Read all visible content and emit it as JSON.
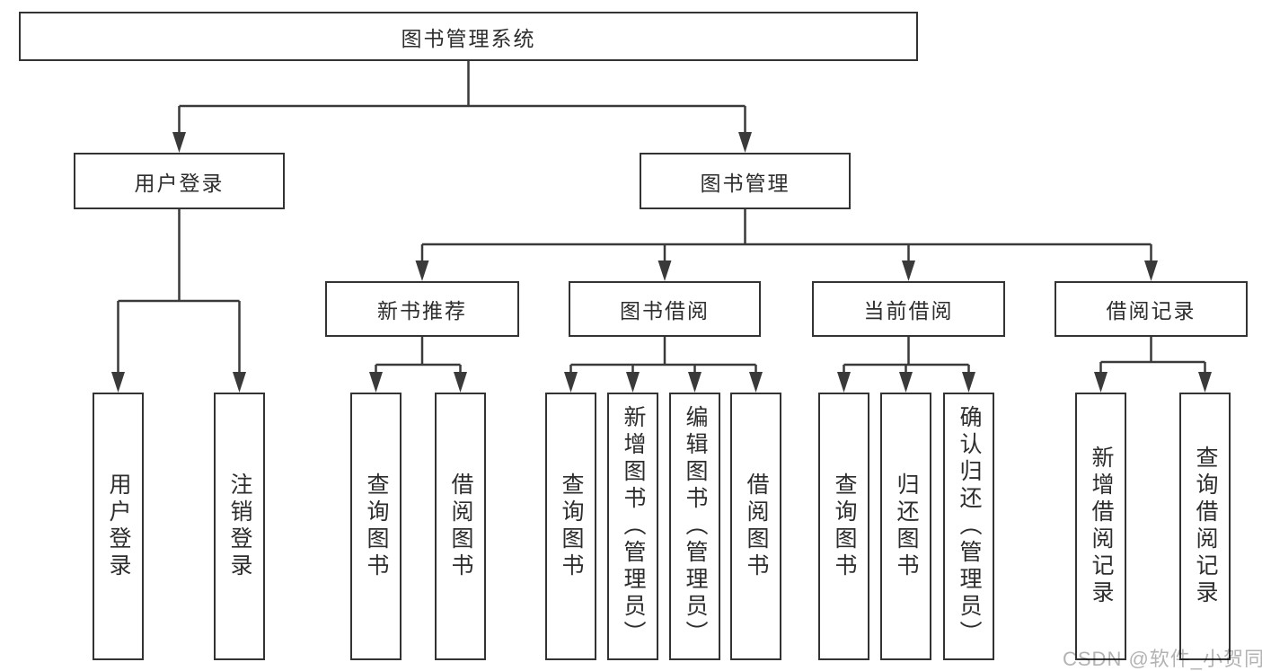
{
  "diagram": {
    "root": {
      "label": "图书管理系统"
    },
    "level2": [
      {
        "label": "用户登录"
      },
      {
        "label": "图书管理"
      }
    ],
    "level3": [
      {
        "label": "新书推荐"
      },
      {
        "label": "图书借阅"
      },
      {
        "label": "当前借阅"
      },
      {
        "label": "借阅记录"
      }
    ],
    "leaves": [
      {
        "label": "用户登录"
      },
      {
        "label": "注销登录"
      },
      {
        "label": "查询图书"
      },
      {
        "label": "借阅图书"
      },
      {
        "label": "查询图书"
      },
      {
        "label": "新增图书（管理员）"
      },
      {
        "label": "编辑图书（管理员）"
      },
      {
        "label": "借阅图书"
      },
      {
        "label": "查询图书"
      },
      {
        "label": "归还图书"
      },
      {
        "label": "确认归还（管理员）"
      },
      {
        "label": "新增借阅记录"
      },
      {
        "label": "查询借阅记录"
      }
    ]
  },
  "watermark": {
    "text": "CSDN @软件_小贺同学"
  },
  "colors": {
    "line": "#3a3a3a",
    "box_border": "#333333",
    "text": "#2d2d2d",
    "watermark": "#b3b3b3",
    "background": "#ffffff"
  }
}
